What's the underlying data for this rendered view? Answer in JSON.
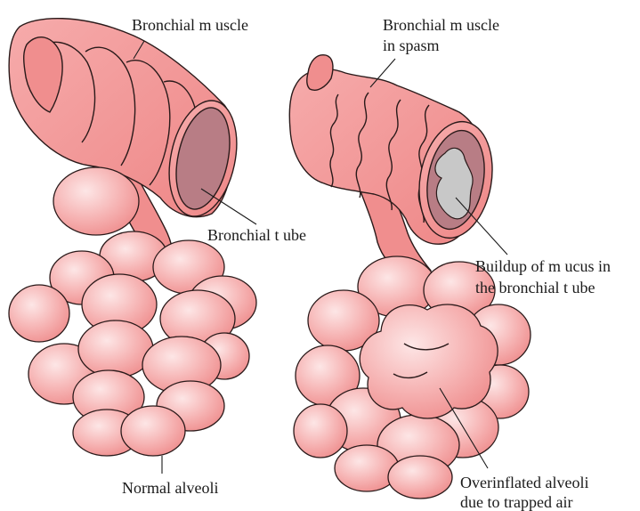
{
  "labels": {
    "bronchial_muscle": "Bronchial m uscle",
    "bronchial_tube": "Bronchial t ube",
    "normal_alveoli": "Normal alveoli",
    "bronchial_muscle_spasm_line1": "Bronchial m uscle",
    "bronchial_muscle_spasm_line2": "in spasm",
    "mucus_line1": "Buildup of m ucus in",
    "mucus_line2": "the bronchial t  ube",
    "overinflated_line1": "Overinflated alveoli",
    "overinflated_line2": "due to trapped air"
  },
  "colors": {
    "tissue": "#f08e8e",
    "tissue_light": "#f8c4c4",
    "lumen": "#b87d85",
    "mucus": "#c8c8c8",
    "outline": "#2a1a1a"
  }
}
